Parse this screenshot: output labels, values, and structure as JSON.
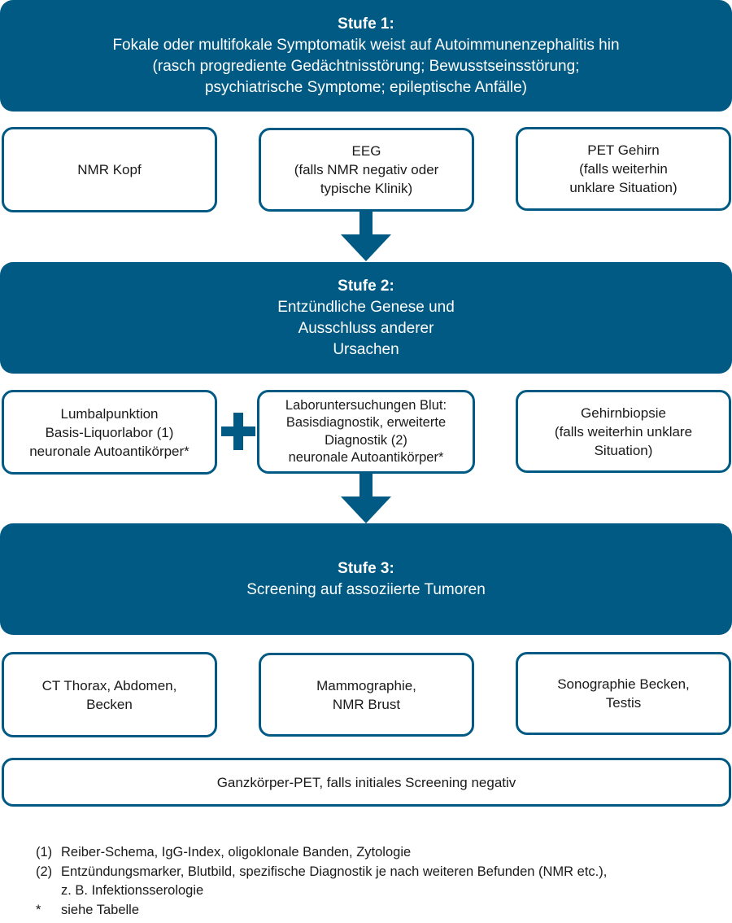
{
  "colors": {
    "primary": "#005a83",
    "text": "#1a1a1a",
    "background": "#ffffff"
  },
  "stage1": {
    "title": "Stufe 1:",
    "lines": [
      "Fokale oder multifokale Symptomatik weist auf Autoimmunenzephalitis hin",
      "(rasch progrediente Gedächtnisstörung; Bewusstseinsstörung;",
      "psychiatrische Symptome; epileptische Anfälle)"
    ]
  },
  "stage1_boxes": [
    {
      "text": "NMR Kopf"
    },
    {
      "text": "EEG\n(falls NMR negativ oder\ntypische Klinik)"
    },
    {
      "text": "PET Gehirn\n(falls weiterhin\nunklare Situation)"
    }
  ],
  "stage2": {
    "title": "Stufe 2:",
    "lines": [
      "Entzündliche Genese und",
      "Ausschluss anderer",
      "Ursachen"
    ]
  },
  "stage2_boxes": [
    {
      "text": "Lumbalpunktion\nBasis-Liquorlabor (1)\nneuronale Autoantikörper*"
    },
    {
      "text": "Laboruntersuchungen Blut:\nBasisdiagnostik, erweiterte\nDiagnostik (2)\nneuronale Autoantikörper*"
    },
    {
      "text": "Gehirnbiopsie\n(falls weiterhin unklare\nSituation)"
    }
  ],
  "stage3": {
    "title": "Stufe 3:",
    "lines": [
      "Screening auf assoziierte Tumoren"
    ]
  },
  "stage3_boxes": [
    {
      "text": "CT Thorax, Abdomen,\nBecken"
    },
    {
      "text": "Mammographie,\nNMR Brust"
    },
    {
      "text": "Sonographie Becken,\nTestis"
    }
  ],
  "wide_box": {
    "text": "Ganzkörper-PET, falls initiales Screening negativ"
  },
  "footnotes": [
    {
      "mark": "(1)",
      "text": "Reiber-Schema, IgG-Index, oligoklonale Banden, Zytologie"
    },
    {
      "mark": "(2)",
      "text": "Entzündungsmarker, Blutbild, spezifische Diagnostik je nach weiteren Befunden (NMR etc.),\nz. B. Infektionsserologie"
    },
    {
      "mark": "*",
      "text": "siehe Tabelle"
    }
  ]
}
